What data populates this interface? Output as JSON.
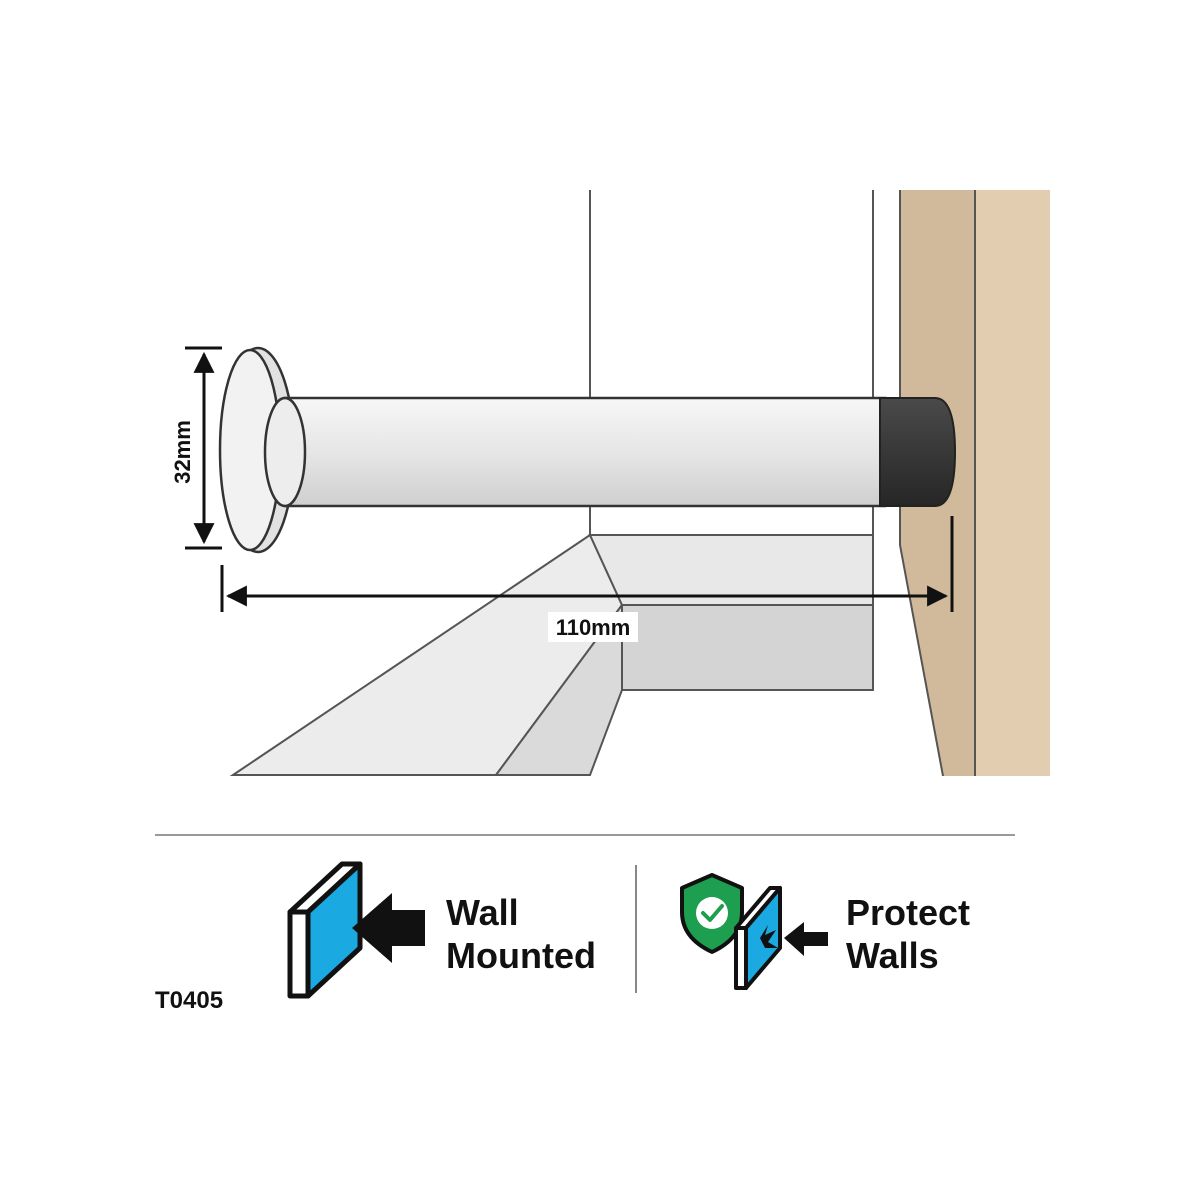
{
  "dimensions": {
    "height_label": "32mm",
    "length_label": "110mm"
  },
  "features": [
    {
      "line1": "Wall",
      "line2": "Mounted",
      "icon": "wall-mount-icon"
    },
    {
      "line1": "Protect",
      "line2": "Walls",
      "icon": "shield-check-icon"
    }
  ],
  "product_code": "T0405",
  "colors": {
    "wall_light": "#e3cdb0",
    "wall_dark": "#d1b99b",
    "steel": "#e6e6e6",
    "rubber_tip": "#3a3a3a",
    "icon_blue": "#1aa9e1",
    "shield_green": "#1e9e4f"
  }
}
